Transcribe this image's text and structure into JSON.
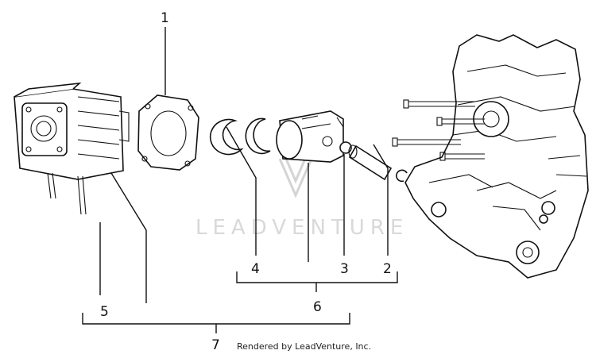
{
  "callouts": {
    "c1": "1",
    "c2": "2",
    "c3": "3",
    "c4": "4",
    "c5": "5",
    "c6": "6",
    "c7": "7"
  },
  "watermark": "LEADVENTURE",
  "credit": "Rendered by LeadVenture, Inc."
}
